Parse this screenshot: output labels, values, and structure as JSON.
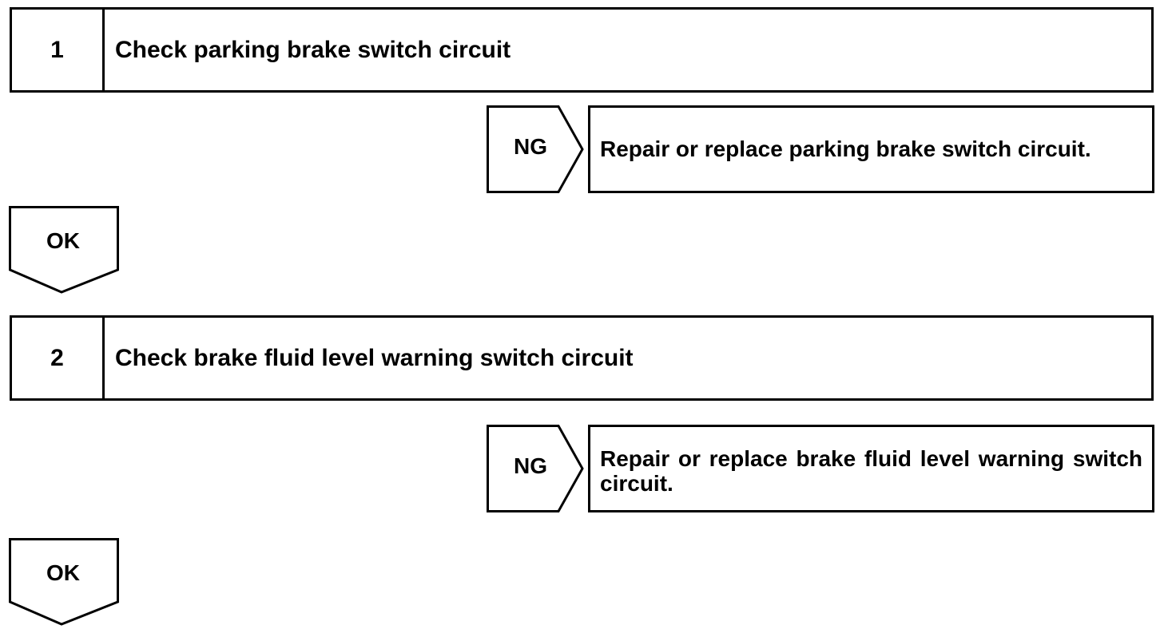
{
  "steps": [
    {
      "number": "1",
      "title": "Check parking brake switch circuit",
      "ng_label": "NG",
      "ng_action": "Repair or replace parking brake switch circuit.",
      "ok_label": "OK"
    },
    {
      "number": "2",
      "title": "Check brake fluid level warning switch circuit",
      "ng_label": "NG",
      "ng_action": "Repair or replace brake fluid level warning switch circuit.",
      "ok_label": "OK"
    }
  ]
}
